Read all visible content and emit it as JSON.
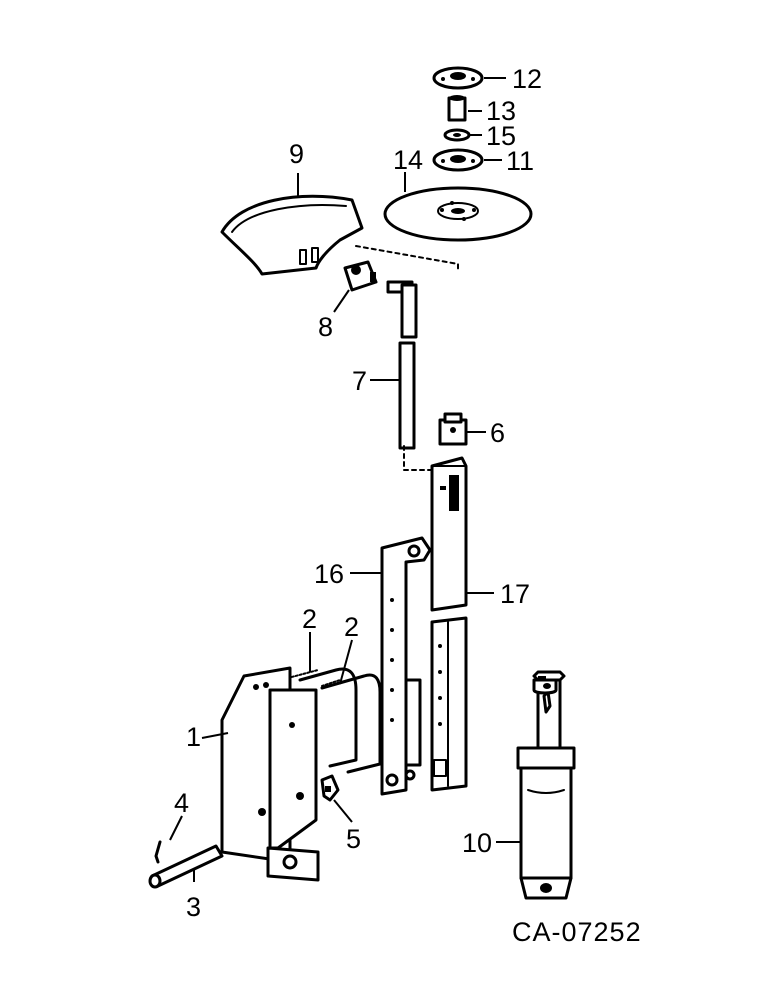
{
  "callouts": {
    "c1": "1",
    "c2a": "2",
    "c2b": "2",
    "c3": "3",
    "c4": "4",
    "c5": "5",
    "c6": "6",
    "c7": "7",
    "c8": "8",
    "c9": "9",
    "c10": "10",
    "c11": "11",
    "c12": "12",
    "c13": "13",
    "c14": "14",
    "c15": "15",
    "c16": "16",
    "c17": "17"
  },
  "figure_code": "CA-07252"
}
